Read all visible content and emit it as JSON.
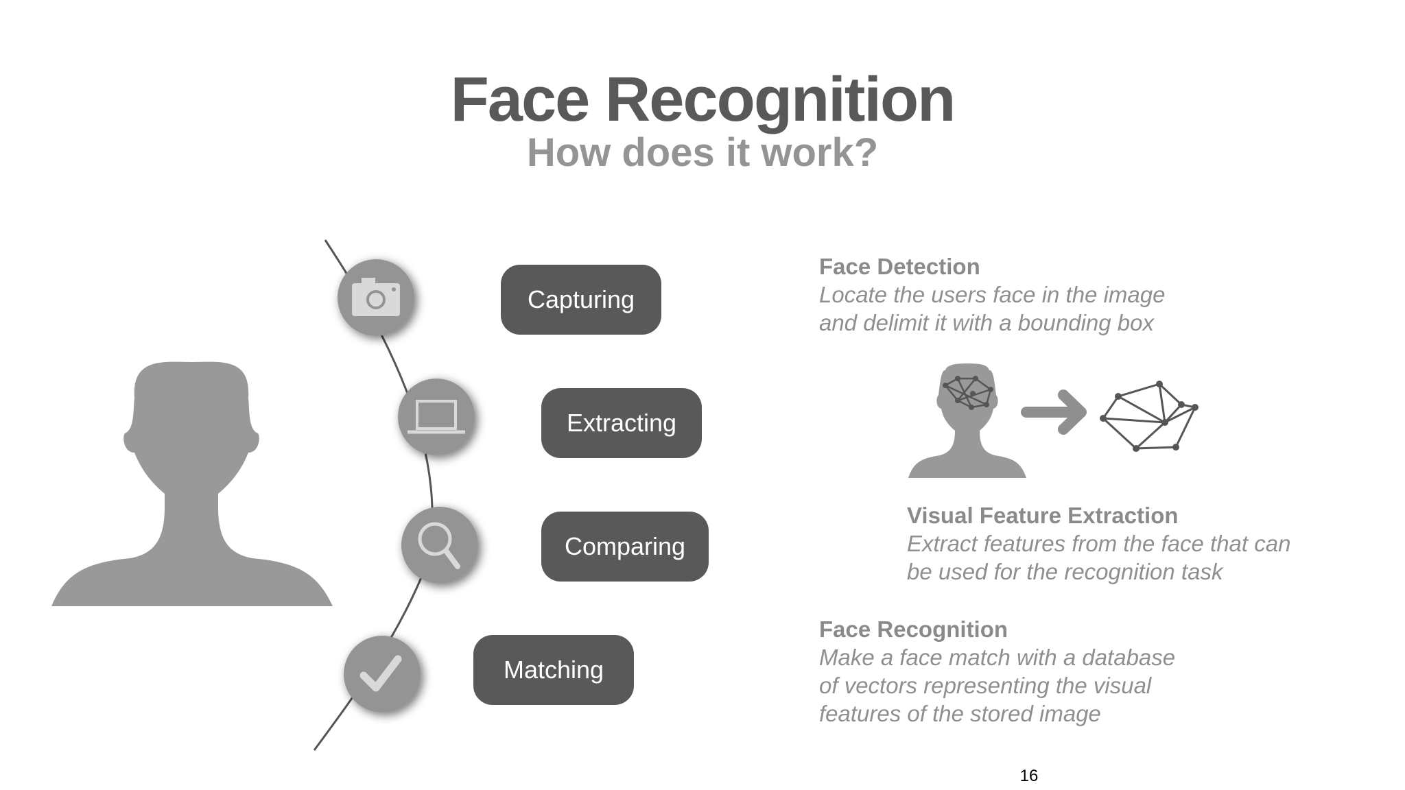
{
  "slide": {
    "title": "Face Recognition",
    "subtitle": "How does it work?",
    "page_number": "16"
  },
  "steps": [
    {
      "label": "Capturing",
      "icon": "camera-icon"
    },
    {
      "label": "Extracting",
      "icon": "laptop-icon"
    },
    {
      "label": "Comparing",
      "icon": "magnifier-icon"
    },
    {
      "label": "Matching",
      "icon": "checkmark-icon"
    }
  ],
  "descriptions": [
    {
      "heading": "Face Detection",
      "body_lines": [
        "Locate the users face in the image",
        "and delimit it with a bounding box"
      ]
    },
    {
      "heading": "Visual Feature Extraction",
      "body_lines": [
        "Extract features from the face that can",
        "be used for the recognition task"
      ]
    },
    {
      "heading": "Face Recognition",
      "body_lines": [
        "Make a face match with a database",
        "of vectors representing the visual",
        "features of the stored image"
      ]
    }
  ],
  "colors": {
    "title": "#595959",
    "subtitle": "#949494",
    "pill_background": "#595959",
    "icon_circle": "#949494",
    "silhouette": "#999999",
    "description_text": "#8f8f8f"
  }
}
